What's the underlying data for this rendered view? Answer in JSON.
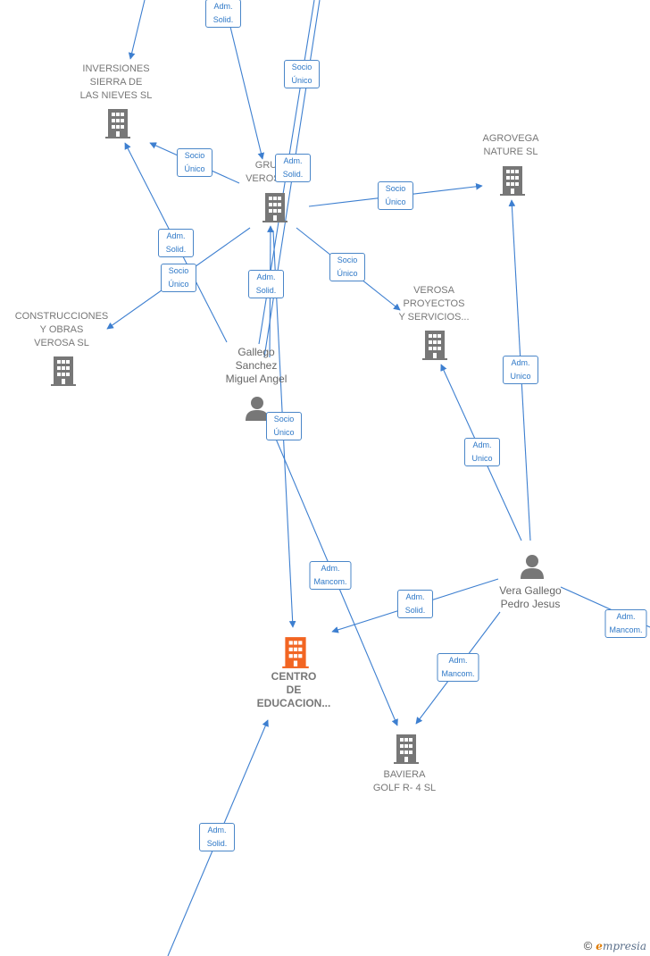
{
  "nodes": {
    "inversiones": {
      "label": "INVERSIONES\nSIERRA DE\nLAS NIEVES  SL",
      "icon": "building-icon"
    },
    "grupo": {
      "label": "GRU\nVEROSA",
      "icon": "building-icon"
    },
    "agrovega": {
      "label": "AGROVEGA\nNATURE  SL",
      "icon": "building-icon"
    },
    "construcciones": {
      "label": "CONSTRUCCIONES\nY OBRAS\nVEROSA SL",
      "icon": "building-icon"
    },
    "verosa_proyectos": {
      "label": "VEROSA\nPROYECTOS\nY SERVICIOS...",
      "icon": "building-icon"
    },
    "gallego": {
      "label": "Gallego\nSanchez\nMiguel Angel",
      "icon": "person-icon"
    },
    "vera": {
      "label": "Vera Gallego\nPedro Jesus",
      "icon": "person-icon"
    },
    "centro": {
      "label": "CENTRO\nDE\nEDUCACION...",
      "icon": "building-icon",
      "color": "#f26522"
    },
    "baviera": {
      "label": "BAVIERA\nGOLF R- 4  SL",
      "icon": "building-icon"
    }
  },
  "relations": [
    {
      "id": "r1",
      "label": "Adm.\nSolid."
    },
    {
      "id": "r2",
      "label": "Socio\nÚnico"
    },
    {
      "id": "r3",
      "label": "Socio\nÚnico"
    },
    {
      "id": "r4",
      "label": "Adm.\nSolid."
    },
    {
      "id": "r5",
      "label": "Socio\nÚnico"
    },
    {
      "id": "r6",
      "label": "Adm.\nSolid."
    },
    {
      "id": "r7",
      "label": "Socio\nÚnico"
    },
    {
      "id": "r8",
      "label": "Socio\nÚnico"
    },
    {
      "id": "r9",
      "label": "Adm.\nSolid."
    },
    {
      "id": "r10",
      "label": "Adm.\nUnico"
    },
    {
      "id": "r11",
      "label": "Socio\nÚnico"
    },
    {
      "id": "r12",
      "label": "Adm.\nUnico"
    },
    {
      "id": "r13",
      "label": "Adm.\nMancom."
    },
    {
      "id": "r14",
      "label": "Adm.\nSolid."
    },
    {
      "id": "r15",
      "label": "Adm.\nMancom."
    },
    {
      "id": "r16",
      "label": "Adm.\nMancom."
    },
    {
      "id": "r17",
      "label": "Adm.\nSolid."
    }
  ],
  "colors": {
    "edge": "#3d7fd0",
    "icon": "#777777",
    "highlight": "#f26522"
  },
  "brand": {
    "symbol": "©",
    "initial": "e",
    "rest": "mpresia"
  }
}
